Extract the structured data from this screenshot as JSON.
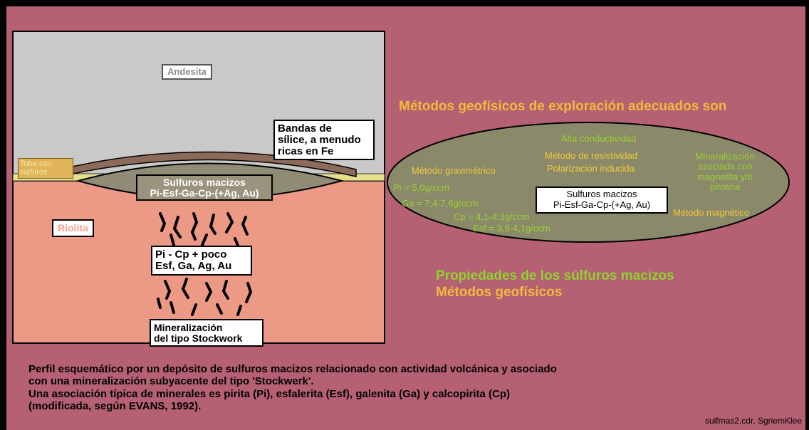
{
  "diagram": {
    "labels": {
      "andesite": "Andesita",
      "silica_bands": "Bandas de\nsílice, a menudo\nricas en Fe",
      "tuff": "Toba con\nsulfuros",
      "massive_sulfides": "Sulfuros macizos\nPi-Esf-Ga-Cp-(+Ag, Au)",
      "rhyolite": "Riolita",
      "mineral_association": "Pi - Cp + poco\nEsf, Ga, Ag, Au",
      "stockwork": "Mineralización\ndel tipo Stockwork"
    },
    "geophysics": {
      "title": "Métodos geofísicos de exploración adecuados son",
      "high_conductivity": "Alta conductividad",
      "resistivity_method": "Método de resistividad",
      "induced_polarization": "Polarización inducida",
      "gravimetric_method": "Método gravimétrico",
      "pyrite_density": "Pi = 5,0g/ccm",
      "galena_density": "Ga = 7,4-7,6g/ccm",
      "chalcopyrite_density": "Cp = 4,1-4,3g/ccm",
      "sphalerite_density": "Esf = 3,9-4,1g/ccm",
      "magnetite_mineralization": "Mineralización\nasociada con\nmagnetita y/o\npirotina",
      "magnetic_method": "Método magnético",
      "center_sulfides": "Sulfuros macizos\nPi-Esf-Ga-Cp-(+Ag, Au)"
    },
    "legend": {
      "properties": "Propiedades de los súlfuros macizos",
      "methods": "Métodos geofísicos"
    },
    "caption": "Perfil esquemático por un depósito de sulfuros macizos relacionado con actividad volcánica y asociado\ncon una mineralización subyacente del tipo 'Stockwerk'.\nUna asociación típica de minerales es pirita (Pi), esfalerita (Esf), galenita (Ga) y calcopirita (Cp)\n(modificada, según EVANS, 1992).",
    "credit": "sulfmas2.cdr, SgriemKlee"
  },
  "colors": {
    "background": "#b56073",
    "andesite": "#c9c9c9",
    "rhyolite": "#ec9a86",
    "silica_band": "#8c6b5a",
    "tuff": "#e6e08a",
    "sulfide_lens": "#8f8b74",
    "ellipse": "#8a8a6a",
    "yellow_text": "#f5b73d",
    "green_text": "#9bd02f"
  }
}
